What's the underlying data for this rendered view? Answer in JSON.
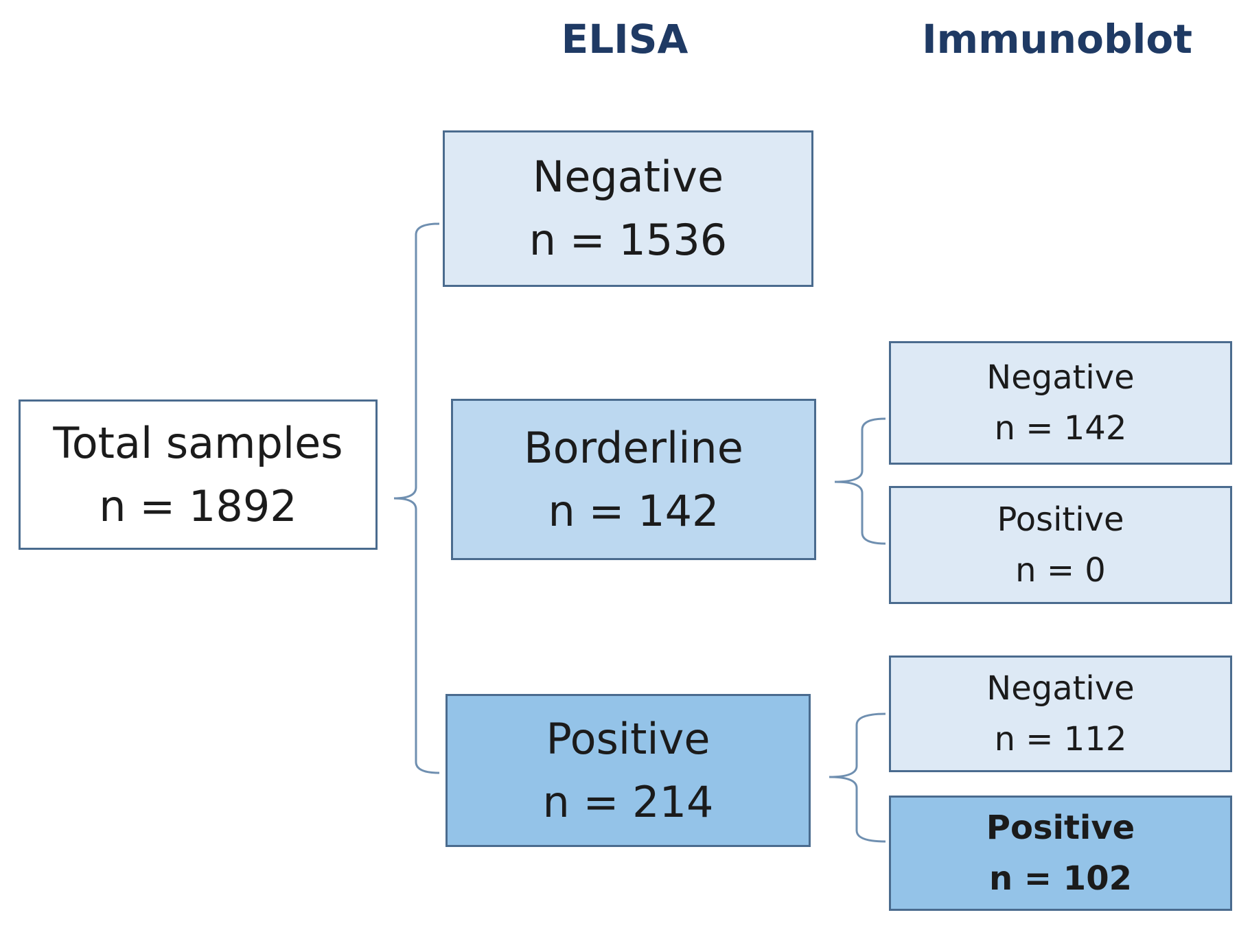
{
  "headers": {
    "elisa": "ELISA",
    "immunoblot": "Immunoblot"
  },
  "nodes": {
    "total": {
      "label": "Total samples",
      "count": "n = 1892"
    },
    "elisa_negative": {
      "label": "Negative",
      "count": "n = 1536"
    },
    "elisa_borderline": {
      "label": "Borderline",
      "count": "n = 142"
    },
    "elisa_positive": {
      "label": "Positive",
      "count": "n = 214"
    },
    "borderline_immunoblot_negative": {
      "label": "Negative",
      "count": "n = 142"
    },
    "borderline_immunoblot_positive": {
      "label": "Positive",
      "count": "n = 0"
    },
    "positive_immunoblot_negative": {
      "label": "Negative",
      "count": "n = 112"
    },
    "positive_immunoblot_positive": {
      "label": "Positive",
      "count": "n = 102"
    }
  },
  "colors": {
    "header_text": "#1f3a64",
    "box_border": "#4a6b8e",
    "connector": "#6f8fb0",
    "fill_white": "#ffffff",
    "fill_light": "#dde9f5",
    "fill_mid": "#bcd8f0",
    "fill_dark": "#94c3e8"
  }
}
